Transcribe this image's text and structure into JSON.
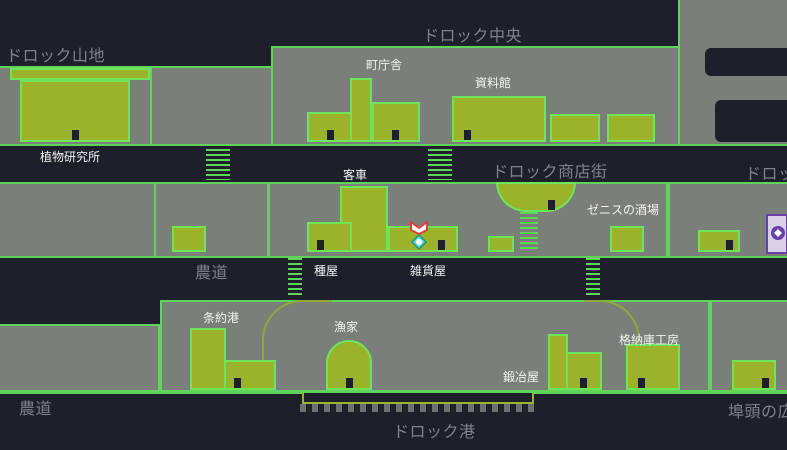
{
  "regions": {
    "drock_center": "ドロック中央",
    "drock_mountains": "ドロック山地",
    "drock_shop_street": "ドロック商店街",
    "drock_right_cut": "ドロッ",
    "farm_road_upper": "農道",
    "farm_road_lower": "農道",
    "drock_port": "ドロック港",
    "pier_cut": "埠頭の広"
  },
  "locations": {
    "town_hall": "町庁舎",
    "archive": "資料館",
    "botany_lab": "植物研究所",
    "guest_car": "客車",
    "zenith_tavern": "ゼニスの酒場",
    "seed_shop": "種屋",
    "general_store": "雑貨屋",
    "treaty_port": "条約港",
    "fisher_house": "漁家",
    "smithy": "鍛冶屋",
    "warehouse_workshop": "格納庫工房"
  },
  "colors": {
    "background": "#1d1f2b",
    "terrain": "#7b7f7a",
    "outline": "#5fd35a",
    "building": "#9ab32a",
    "player_marker": "#e23b3b",
    "player_core": "#5de0d0"
  },
  "icons": {
    "player": "player-location-icon",
    "save_point": "shield-icon"
  }
}
